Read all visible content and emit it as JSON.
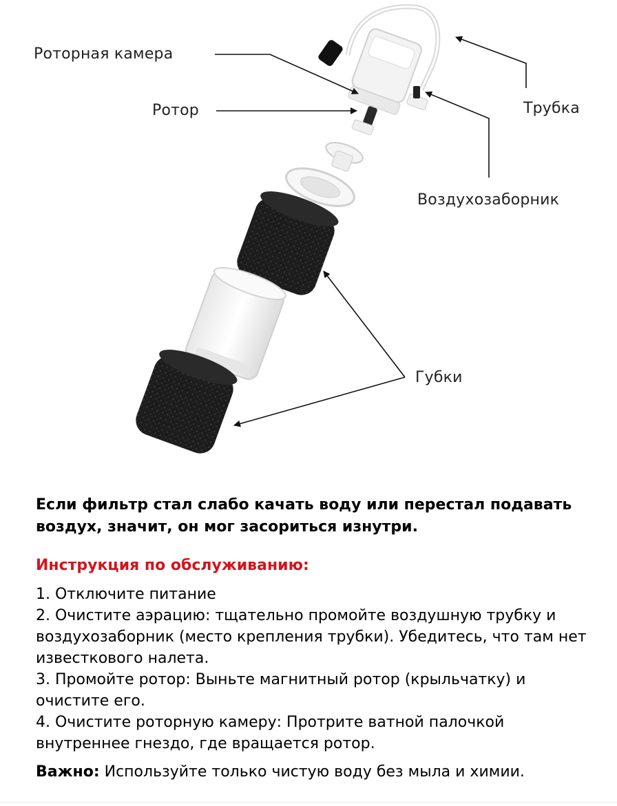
{
  "diagram": {
    "labels": {
      "rotor_chamber": "Роторная камера",
      "rotor": "Ротор",
      "tube": "Трубка",
      "air_intake": "Воздухозаборник",
      "sponges": "Губки"
    }
  },
  "text": {
    "intro": "Если фильтр стал слабо качать воду или перестал подавать воздух, значит, он мог засориться изнутри.",
    "heading": "Инструкция по обслуживанию:",
    "steps": [
      "1. Отключите питание",
      "2. Очистите аэрацию: тщательно промойте воздушную трубку и воздухозаборник (место крепления трубки). Убедитесь, что там нет известкового налета.",
      "3. Промойте ротор: Выньте магнитный ротор (крыльчатку) и очистите его.",
      "4. Очистите роторную камеру: Протрите ватной палочкой внутреннее гнездо, где вращается ротор."
    ],
    "warning_bold": "Важно:",
    "warning_rest": " Используйте только чистую воду без мыла и химии."
  },
  "colors": {
    "heading": "#d2141e",
    "sponge": "#1e1e1e",
    "plastic": "#f2f2f2"
  }
}
